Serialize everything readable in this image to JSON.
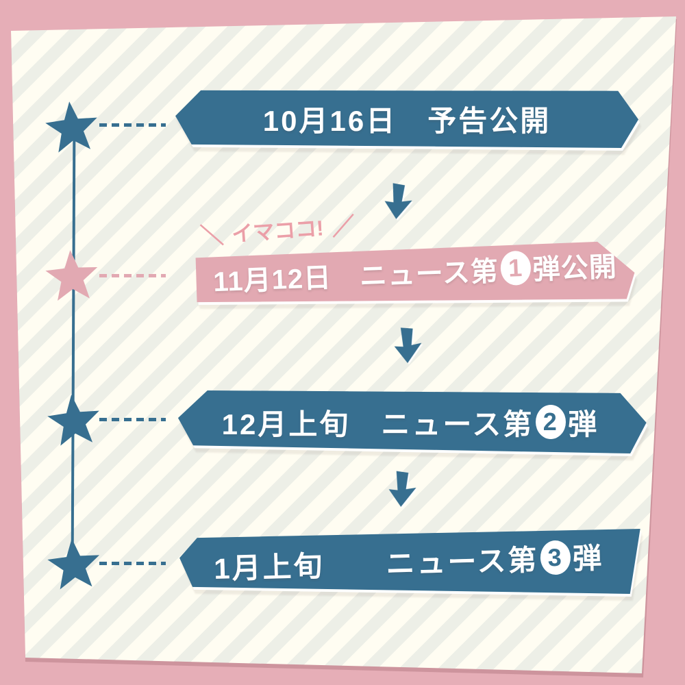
{
  "palette": {
    "frame_pink": "#e6aeb7",
    "paper_cream": "#fffdf2",
    "stripe_gray": "#edefe7",
    "blue": "#376f90",
    "banner_pink": "#e2a9b2",
    "now_label_pink": "#eb9fa8",
    "text_white": "#ffffff"
  },
  "now_label": {
    "left_slash": "＼",
    "text": "イマココ!",
    "right_slash": "／"
  },
  "timeline": {
    "items": [
      {
        "id": "step-1",
        "banner_color": "blue",
        "star_color": "blue",
        "text": "10月16日　予告公開"
      },
      {
        "id": "step-2",
        "banner_color": "pink",
        "star_color": "pink",
        "text_pre": "11月12日　ニュース第",
        "number": "1",
        "text_post": "弾公開"
      },
      {
        "id": "step-3",
        "banner_color": "blue",
        "star_color": "blue",
        "text_pre": "12月上旬　ニュース第",
        "number": "2",
        "text_post": "弾"
      },
      {
        "id": "step-4",
        "banner_color": "blue",
        "star_color": "blue",
        "text_pre": "1月上旬　　ニュース第",
        "number": "3",
        "text_post": "弾"
      }
    ]
  }
}
